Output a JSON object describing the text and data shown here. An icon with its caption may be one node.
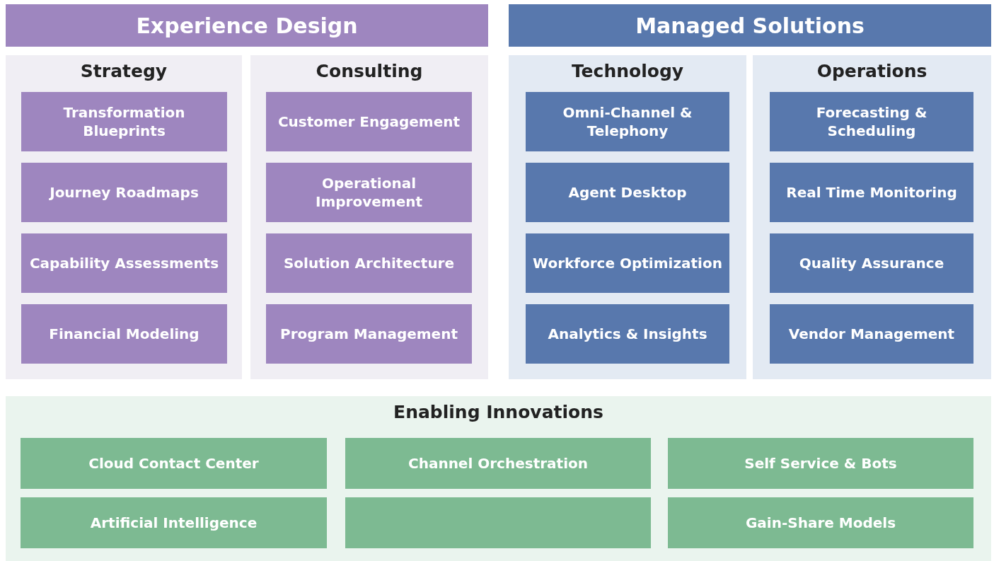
{
  "diagram": {
    "nodes": [
      {
        "text": [
          "Experience Design"
        ]
      },
      {
        "text": [
          "Managed Solutions"
        ]
      },
      {
        "text": [
          "Strategy"
        ]
      },
      {
        "text": [
          "Transformation Blueprints"
        ],
        "in": 2
      },
      {
        "text": [
          "Journey Roadmaps"
        ],
        "in": 2
      },
      {
        "text": [
          "Capability Assessments"
        ],
        "in": 2
      },
      {
        "text": [
          "Financial Modeling"
        ],
        "in": 2
      },
      {
        "text": [
          "Consulting"
        ]
      },
      {
        "text": [
          "Customer Engagement"
        ],
        "in": 7
      },
      {
        "text": [
          "Operational Improvement"
        ],
        "in": 7
      },
      {
        "text": [
          "Solution Architecture"
        ],
        "in": 7
      },
      {
        "text": [
          "Program Management"
        ],
        "in": 7
      },
      {
        "text": [
          "Technology"
        ]
      },
      {
        "text": [
          "Omni-Channel & Telephony"
        ],
        "in": 12
      },
      {
        "text": [
          "Agent Desktop"
        ],
        "in": 12
      },
      {
        "text": [
          "Workforce Optimization"
        ],
        "in": 12
      },
      {
        "text": [
          "Analytics & Insights"
        ],
        "in": 12
      },
      {
        "text": [
          "Operations"
        ]
      },
      {
        "text": [
          "Forecasting & Scheduling"
        ],
        "in": 17
      },
      {
        "text": [
          "Real Time Monitoring"
        ],
        "in": 17
      },
      {
        "text": [
          "Quality Assurance"
        ],
        "in": 17
      },
      {
        "text": [
          "Vendor Management"
        ],
        "in": 17
      },
      {
        "text": [
          "Enabling Innovations"
        ]
      },
      {
        "text": [
          "Cloud Contact Center"
        ],
        "in": 22
      },
      {
        "text": [
          "Channel Orchestration"
        ],
        "in": 22
      },
      {
        "text": [
          "Self Service & Bots"
        ],
        "in": 22
      },
      {
        "text": [
          "Artificial Intelligence"
        ],
        "in": 22
      },
      {
        "text": [],
        "shape": "box",
        "in": 22
      },
      {
        "text": [
          "Gain-Share Models"
        ],
        "in": 22
      }
    ],
    "edges": []
  }
}
